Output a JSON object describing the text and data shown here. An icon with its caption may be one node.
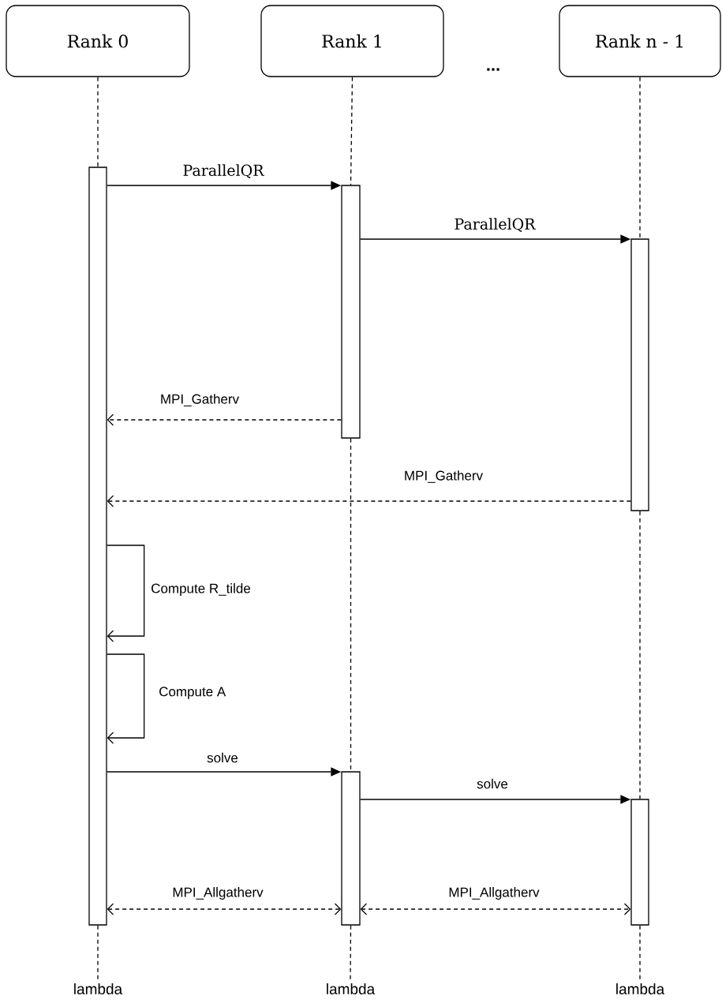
{
  "diagram": {
    "nodes": [
      {
        "text": [
          "Rank 0"
        ]
      },
      {
        "text": [
          "Rank 1"
        ]
      },
      {
        "text": [
          "Rank n - 1"
        ]
      },
      {
        "text": [],
        "shape": "bar"
      },
      {
        "text": [],
        "shape": "bar"
      },
      {
        "text": [],
        "shape": "bar"
      },
      {
        "text": [],
        "shape": "bar"
      },
      {
        "text": [],
        "shape": "bar"
      },
      {
        "text": [
          "lambda"
        ]
      },
      {
        "text": [
          "lambda"
        ]
      },
      {
        "text": [
          "lambda"
        ]
      }
    ],
    "edges": [
      {
        "from": 0,
        "to": 3,
        "arrow": "none",
        "style": "dashed"
      },
      {
        "from": 3,
        "to": 8,
        "arrow": "none",
        "style": "dashed"
      },
      {
        "from": 1,
        "to": 4,
        "arrow": "none",
        "style": "dashed"
      },
      {
        "from": 4,
        "to": 6,
        "arrow": "none",
        "style": "dashed"
      },
      {
        "from": 6,
        "to": 9,
        "arrow": "none",
        "style": "dashed"
      },
      {
        "from": 2,
        "to": 5,
        "arrow": "none",
        "style": "dashed"
      },
      {
        "from": 5,
        "to": 7,
        "arrow": "none",
        "style": "dashed"
      },
      {
        "from": 7,
        "to": 10,
        "arrow": "none",
        "style": "dashed"
      },
      {
        "from": 3,
        "to": 4,
        "arrow": "to",
        "label": "ParallelQR"
      },
      {
        "from": 4,
        "to": 5,
        "arrow": "to",
        "label": "ParallelQR"
      },
      {
        "from": 4,
        "to": 3,
        "arrow": "to",
        "label": "MPI_Gatherv",
        "style": "dashed"
      },
      {
        "from": 5,
        "to": 3,
        "arrow": "to",
        "label": "MPI_Gatherv",
        "style": "dashed"
      },
      {
        "from": 3,
        "to": 3,
        "arrow": "to",
        "label": "Compute R_tilde"
      },
      {
        "from": 3,
        "to": 3,
        "arrow": "to",
        "label": "Compute A"
      },
      {
        "from": 3,
        "to": 6,
        "arrow": "to",
        "label": "solve"
      },
      {
        "from": 6,
        "to": 7,
        "arrow": "to",
        "label": "solve"
      },
      {
        "from": 3,
        "to": 6,
        "arrow": "both",
        "label": "MPI_Allgatherv",
        "style": "dashed"
      },
      {
        "from": 6,
        "to": 7,
        "arrow": "both",
        "label": "MPI_Allgatherv",
        "style": "dashed"
      }
    ],
    "labels": [
      "..."
    ]
  }
}
